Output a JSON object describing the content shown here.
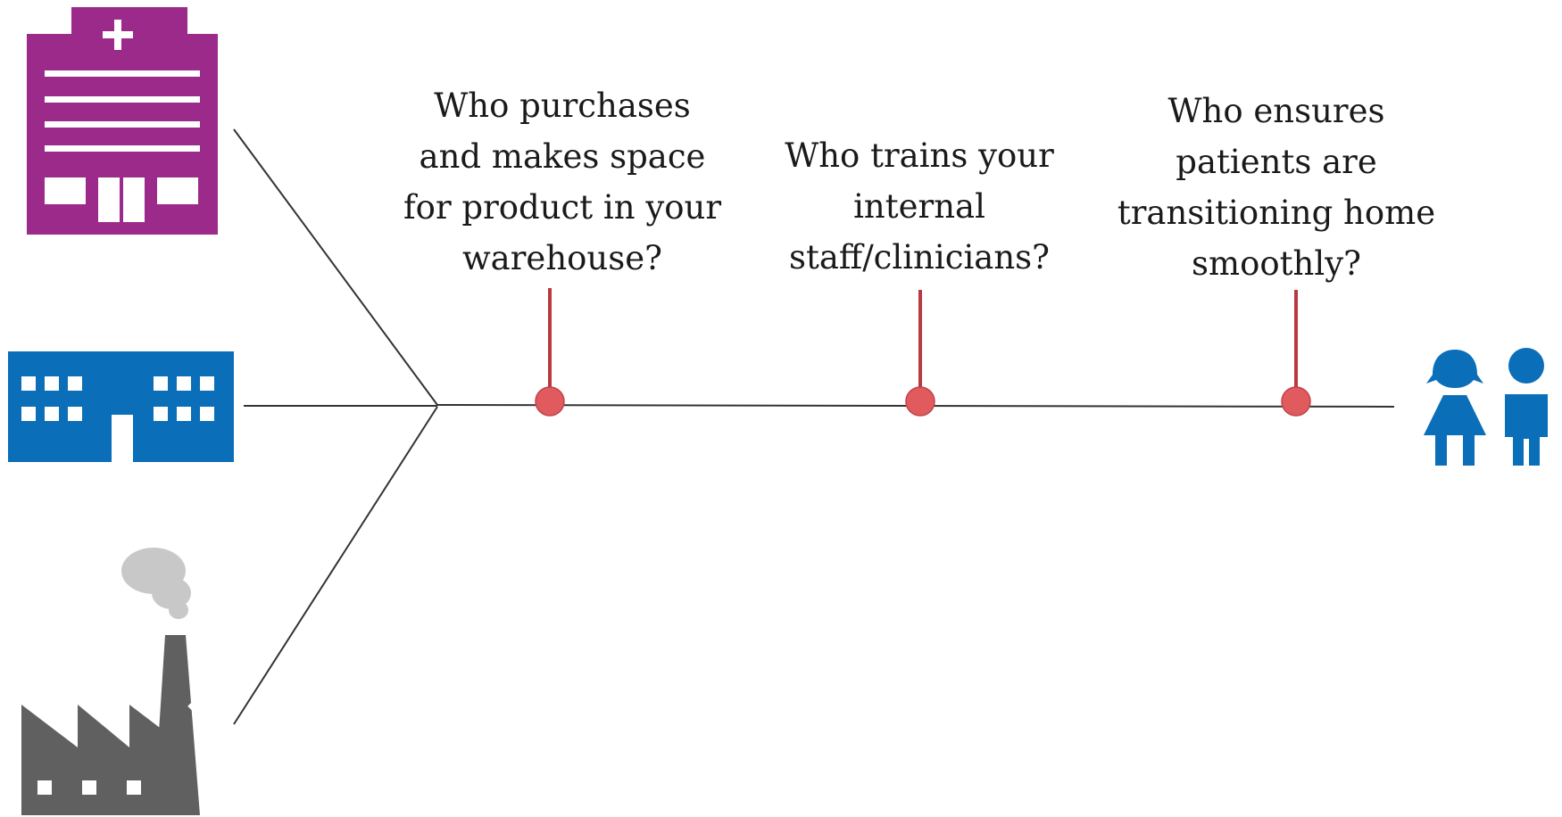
{
  "questions": [
    {
      "lines": [
        "Who purchases",
        "and makes space",
        "for product in your",
        "warehouse?"
      ]
    },
    {
      "lines": [
        "Who trains your",
        "internal",
        "staff/clinicians?"
      ]
    },
    {
      "lines": [
        "Who ensures",
        "patients are",
        "transitioning home",
        "smoothly?"
      ]
    }
  ],
  "icons": {
    "hospital": "hospital-icon",
    "clinic": "clinic-building-icon",
    "factory": "factory-icon",
    "patients": "patients-icon"
  },
  "colors": {
    "hospital": "#9c2a8a",
    "clinic": "#0a6eb8",
    "factory": "#606060",
    "smoke": "#c8c8c8",
    "patients": "#0a6eb8",
    "marker": "#e05a5e",
    "marker_stem": "#b83a40",
    "line": "#333333"
  }
}
